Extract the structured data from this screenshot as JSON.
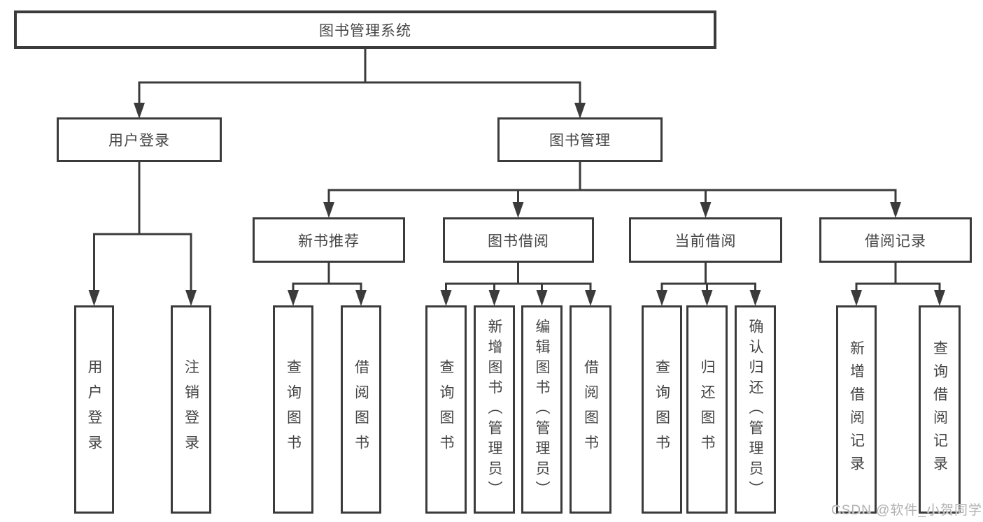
{
  "tree": {
    "label": "图书管理系统",
    "children": [
      {
        "label": "用户登录",
        "children": [
          {
            "label": "用户登录"
          },
          {
            "label": "注销登录"
          }
        ]
      },
      {
        "label": "图书管理",
        "children": [
          {
            "label": "新书推荐",
            "children": [
              {
                "label": "查询图书"
              },
              {
                "label": "借阅图书"
              }
            ]
          },
          {
            "label": "图书借阅",
            "children": [
              {
                "label": "查询图书"
              },
              {
                "label": "新增图书（管理员）"
              },
              {
                "label": "编辑图书（管理员）"
              },
              {
                "label": "借阅图书"
              }
            ]
          },
          {
            "label": "当前借阅",
            "children": [
              {
                "label": "查询图书"
              },
              {
                "label": "归还图书"
              },
              {
                "label": "确认归还（管理员）"
              }
            ]
          },
          {
            "label": "借阅记录",
            "children": [
              {
                "label": "新增借阅记录"
              },
              {
                "label": "查询借阅记录"
              }
            ]
          }
        ]
      }
    ]
  },
  "watermark": {
    "text": "CSDN @软件_小贺同学"
  },
  "colors": {
    "line": "#3b3b3b",
    "text": "#454545",
    "watermark": "#b2b1b1",
    "background": "#ffffff"
  }
}
